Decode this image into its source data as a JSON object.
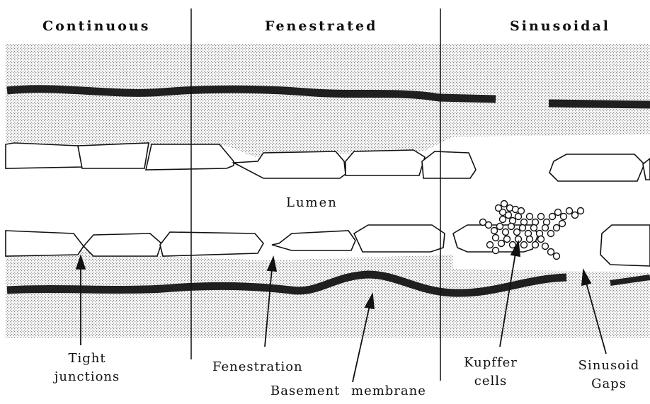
{
  "headers": {
    "continuous": "Continuous",
    "fenestrated": "Fenestrated",
    "sinusoidal": "Sinusoidal"
  },
  "labels": {
    "lumen": "Lumen",
    "tight_junctions_1": "Tight",
    "tight_junctions_2": "junctions",
    "fenestration": "Fenestration",
    "basement": "Basement",
    "membrane": "membrane",
    "kupffer_1": "Kupffer",
    "kupffer_2": "cells",
    "sinusoid_1": "Sinusoid",
    "sinusoid_2": "Gaps"
  },
  "colors": {
    "ink": "#111111",
    "stipple": "#8a8a8a",
    "membrane": "#2a2a2a",
    "background": "#ffffff"
  }
}
